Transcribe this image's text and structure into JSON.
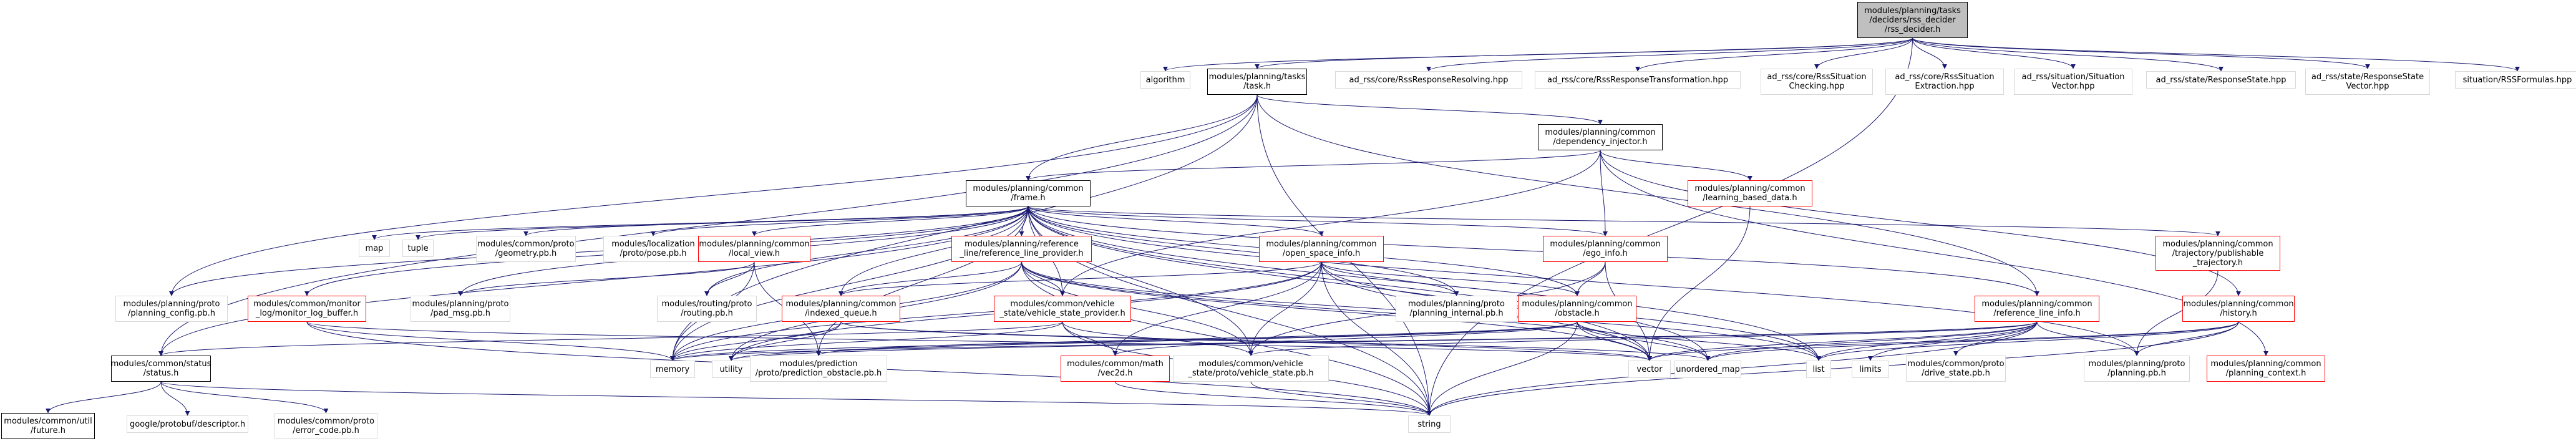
{
  "nodes": [
    {
      "id": "root",
      "label": "modules/planning/tasks\n/deciders/rss_decider\n/rss_decider.h",
      "style": "root"
    },
    {
      "id": "algorithm",
      "label": "algorithm",
      "style": "plain"
    },
    {
      "id": "task",
      "label": "modules/planning/tasks\n/task.h",
      "style": "black"
    },
    {
      "id": "rss_resolving",
      "label": "ad_rss/core/RssResponseResolving.hpp",
      "style": "plain"
    },
    {
      "id": "rss_transformation",
      "label": "ad_rss/core/RssResponseTransformation.hpp",
      "style": "plain"
    },
    {
      "id": "rss_sitcheck",
      "label": "ad_rss/core/RssSituation\nChecking.hpp",
      "style": "plain"
    },
    {
      "id": "rss_sitextract",
      "label": "ad_rss/core/RssSituation\nExtraction.hpp",
      "style": "plain"
    },
    {
      "id": "sitvector",
      "label": "ad_rss/situation/Situation\nVector.hpp",
      "style": "plain"
    },
    {
      "id": "respstate",
      "label": "ad_rss/state/ResponseState.hpp",
      "style": "plain"
    },
    {
      "id": "respstatevec",
      "label": "ad_rss/state/ResponseState\nVector.hpp",
      "style": "plain"
    },
    {
      "id": "rssformulas",
      "label": "situation/RSSFormulas.hpp",
      "style": "plain"
    },
    {
      "id": "depinjector",
      "label": "modules/planning/common\n/dependency_injector.h",
      "style": "black"
    },
    {
      "id": "frame",
      "label": "modules/planning/common\n/frame.h",
      "style": "black"
    },
    {
      "id": "learningdata",
      "label": "modules/planning/common\n/learning_based_data.h",
      "style": "red"
    },
    {
      "id": "map",
      "label": "map",
      "style": "plain"
    },
    {
      "id": "tuple",
      "label": "tuple",
      "style": "plain"
    },
    {
      "id": "geometry",
      "label": "modules/common/proto\n/geometry.pb.h",
      "style": "plain"
    },
    {
      "id": "pose",
      "label": "modules/localization\n/proto/pose.pb.h",
      "style": "plain"
    },
    {
      "id": "localview",
      "label": "modules/planning/common\n/local_view.h",
      "style": "red"
    },
    {
      "id": "reflineprovider",
      "label": "modules/planning/reference\n_line/reference_line_provider.h",
      "style": "red"
    },
    {
      "id": "openspace",
      "label": "modules/planning/common\n/open_space_info.h",
      "style": "red"
    },
    {
      "id": "egoinfo",
      "label": "modules/planning/common\n/ego_info.h",
      "style": "red"
    },
    {
      "id": "reflineinfo",
      "label": "modules/planning/common\n/reference_line_info.h",
      "style": "red"
    },
    {
      "id": "history",
      "label": "modules/planning/common\n/history.h",
      "style": "red"
    },
    {
      "id": "trajpub",
      "label": "modules/planning/common\n/trajectory/publishable\n_trajectory.h",
      "style": "red"
    },
    {
      "id": "planningconfig",
      "label": "modules/planning/proto\n/planning_config.pb.h",
      "style": "plain"
    },
    {
      "id": "monitorlog",
      "label": "modules/common/monitor\n_log/monitor_log_buffer.h",
      "style": "red"
    },
    {
      "id": "padmsg",
      "label": "modules/planning/proto\n/pad_msg.pb.h",
      "style": "plain"
    },
    {
      "id": "routing",
      "label": "modules/routing/proto\n/routing.pb.h",
      "style": "plain"
    },
    {
      "id": "indexedqueue",
      "label": "modules/planning/common\n/indexed_queue.h",
      "style": "red"
    },
    {
      "id": "vehstateprov",
      "label": "modules/common/vehicle\n_state/vehicle_state_provider.h",
      "style": "red"
    },
    {
      "id": "planinternal",
      "label": "modules/planning/proto\n/planning_internal.pb.h",
      "style": "plain"
    },
    {
      "id": "obstacle",
      "label": "modules/planning/common\n/obstacle.h",
      "style": "red"
    },
    {
      "id": "status",
      "label": "modules/common/status\n/status.h",
      "style": "black"
    },
    {
      "id": "memory",
      "label": "memory",
      "style": "plain"
    },
    {
      "id": "utility",
      "label": "utility",
      "style": "plain"
    },
    {
      "id": "predobstacle",
      "label": "modules/prediction\n/proto/prediction_obstacle.pb.h",
      "style": "plain"
    },
    {
      "id": "vec2d",
      "label": "modules/common/math\n/vec2d.h",
      "style": "red"
    },
    {
      "id": "vehstatepb",
      "label": "modules/common/vehicle\n_state/proto/vehicle_state.pb.h",
      "style": "plain"
    },
    {
      "id": "vector",
      "label": "vector",
      "style": "plain"
    },
    {
      "id": "unorderedmap",
      "label": "unordered_map",
      "style": "plain"
    },
    {
      "id": "list",
      "label": "list",
      "style": "plain"
    },
    {
      "id": "limits",
      "label": "limits",
      "style": "plain"
    },
    {
      "id": "drivestate",
      "label": "modules/common/proto\n/drive_state.pb.h",
      "style": "plain"
    },
    {
      "id": "planningpb",
      "label": "modules/planning/proto\n/planning.pb.h",
      "style": "plain"
    },
    {
      "id": "planningctx",
      "label": "modules/planning/common\n/planning_context.h",
      "style": "red"
    },
    {
      "id": "future",
      "label": "modules/common/util\n/future.h",
      "style": "black"
    },
    {
      "id": "descriptor",
      "label": "google/protobuf/descriptor.h",
      "style": "plain"
    },
    {
      "id": "errorcode",
      "label": "modules/common/proto\n/error_code.pb.h",
      "style": "plain"
    },
    {
      "id": "string",
      "label": "string",
      "style": "plain"
    }
  ],
  "edges": [
    [
      "root",
      "algorithm"
    ],
    [
      "root",
      "task"
    ],
    [
      "root",
      "rss_resolving"
    ],
    [
      "root",
      "rss_transformation"
    ],
    [
      "root",
      "rss_sitcheck"
    ],
    [
      "root",
      "rss_sitextract"
    ],
    [
      "root",
      "sitvector"
    ],
    [
      "root",
      "respstate"
    ],
    [
      "root",
      "respstatevec"
    ],
    [
      "root",
      "rssformulas"
    ],
    [
      "root",
      "string"
    ],
    [
      "task",
      "depinjector"
    ],
    [
      "task",
      "frame"
    ],
    [
      "task",
      "status"
    ],
    [
      "task",
      "memory"
    ],
    [
      "task",
      "planningconfig"
    ],
    [
      "task",
      "reflineinfo"
    ],
    [
      "task",
      "string"
    ],
    [
      "depinjector",
      "frame"
    ],
    [
      "depinjector",
      "learningdata"
    ],
    [
      "depinjector",
      "egoinfo"
    ],
    [
      "depinjector",
      "history"
    ],
    [
      "depinjector",
      "vehstateprov"
    ],
    [
      "depinjector",
      "planningctx"
    ],
    [
      "learningdata",
      "vector"
    ],
    [
      "frame",
      "map"
    ],
    [
      "frame",
      "tuple"
    ],
    [
      "frame",
      "geometry"
    ],
    [
      "frame",
      "pose"
    ],
    [
      "frame",
      "localview"
    ],
    [
      "frame",
      "reflineprovider"
    ],
    [
      "frame",
      "openspace"
    ],
    [
      "frame",
      "egoinfo"
    ],
    [
      "frame",
      "reflineinfo"
    ],
    [
      "frame",
      "trajpub"
    ],
    [
      "frame",
      "planningconfig"
    ],
    [
      "frame",
      "monitorlog"
    ],
    [
      "frame",
      "padmsg"
    ],
    [
      "frame",
      "routing"
    ],
    [
      "frame",
      "indexedqueue"
    ],
    [
      "frame",
      "vehstateprov"
    ],
    [
      "frame",
      "planinternal"
    ],
    [
      "frame",
      "obstacle"
    ],
    [
      "frame",
      "status"
    ],
    [
      "frame",
      "memory"
    ],
    [
      "frame",
      "list"
    ],
    [
      "frame",
      "vector"
    ],
    [
      "frame",
      "unorderedmap"
    ],
    [
      "frame",
      "string"
    ],
    [
      "frame",
      "predobstacle"
    ],
    [
      "frame",
      "vehstatepb"
    ],
    [
      "frame",
      "planningpb"
    ],
    [
      "localview",
      "memory"
    ],
    [
      "localview",
      "padmsg"
    ],
    [
      "localview",
      "routing"
    ],
    [
      "localview",
      "predobstacle"
    ],
    [
      "reflineprovider",
      "indexedqueue"
    ],
    [
      "reflineprovider",
      "vehstateprov"
    ],
    [
      "reflineprovider",
      "memory"
    ],
    [
      "reflineprovider",
      "list"
    ],
    [
      "reflineprovider",
      "vector"
    ],
    [
      "reflineprovider",
      "unorderedmap"
    ],
    [
      "reflineprovider",
      "string"
    ],
    [
      "reflineprovider",
      "utility"
    ],
    [
      "reflineprovider",
      "vehstatepb"
    ],
    [
      "openspace",
      "vec2d"
    ],
    [
      "openspace",
      "indexedqueue"
    ],
    [
      "openspace",
      "obstacle"
    ],
    [
      "openspace",
      "planinternal"
    ],
    [
      "openspace",
      "vector"
    ],
    [
      "openspace",
      "string"
    ],
    [
      "openspace",
      "memory"
    ],
    [
      "openspace",
      "vehstatepb"
    ],
    [
      "openspace",
      "utility"
    ],
    [
      "openspace",
      "list"
    ],
    [
      "egoinfo",
      "obstacle"
    ],
    [
      "egoinfo",
      "vector"
    ],
    [
      "egoinfo",
      "vehstatepb"
    ],
    [
      "reflineinfo",
      "vector"
    ],
    [
      "reflineinfo",
      "unorderedmap"
    ],
    [
      "reflineinfo",
      "list"
    ],
    [
      "reflineinfo",
      "limits"
    ],
    [
      "reflineinfo",
      "drivestate"
    ],
    [
      "reflineinfo",
      "planningpb"
    ],
    [
      "reflineinfo",
      "string"
    ],
    [
      "reflineinfo",
      "memory"
    ],
    [
      "reflineinfo",
      "vehstatepb"
    ],
    [
      "reflineinfo",
      "utility"
    ],
    [
      "history",
      "list"
    ],
    [
      "history",
      "unorderedmap"
    ],
    [
      "history",
      "vector"
    ],
    [
      "history",
      "string"
    ],
    [
      "history",
      "planningpb"
    ],
    [
      "trajpub",
      "planningpb"
    ],
    [
      "monitorlog",
      "memory"
    ],
    [
      "monitorlog",
      "string"
    ],
    [
      "monitorlog",
      "vector"
    ],
    [
      "indexedqueue",
      "memory"
    ],
    [
      "indexedqueue",
      "utility"
    ],
    [
      "indexedqueue",
      "vector"
    ],
    [
      "indexedqueue",
      "unorderedmap"
    ],
    [
      "vehstateprov",
      "memory"
    ],
    [
      "vehstateprov",
      "status"
    ],
    [
      "vehstateprov",
      "vec2d"
    ],
    [
      "vehstateprov",
      "string"
    ],
    [
      "vehstateprov",
      "vehstatepb"
    ],
    [
      "obstacle",
      "vec2d"
    ],
    [
      "obstacle",
      "list"
    ],
    [
      "obstacle",
      "vector"
    ],
    [
      "obstacle",
      "unorderedmap"
    ],
    [
      "obstacle",
      "memory"
    ],
    [
      "obstacle",
      "string"
    ],
    [
      "obstacle",
      "predobstacle"
    ],
    [
      "obstacle",
      "utility"
    ],
    [
      "status",
      "future"
    ],
    [
      "status",
      "descriptor"
    ],
    [
      "status",
      "errorcode"
    ],
    [
      "status",
      "string"
    ],
    [
      "vec2d",
      "string"
    ],
    [
      "vehstatepb",
      "string"
    ]
  ]
}
